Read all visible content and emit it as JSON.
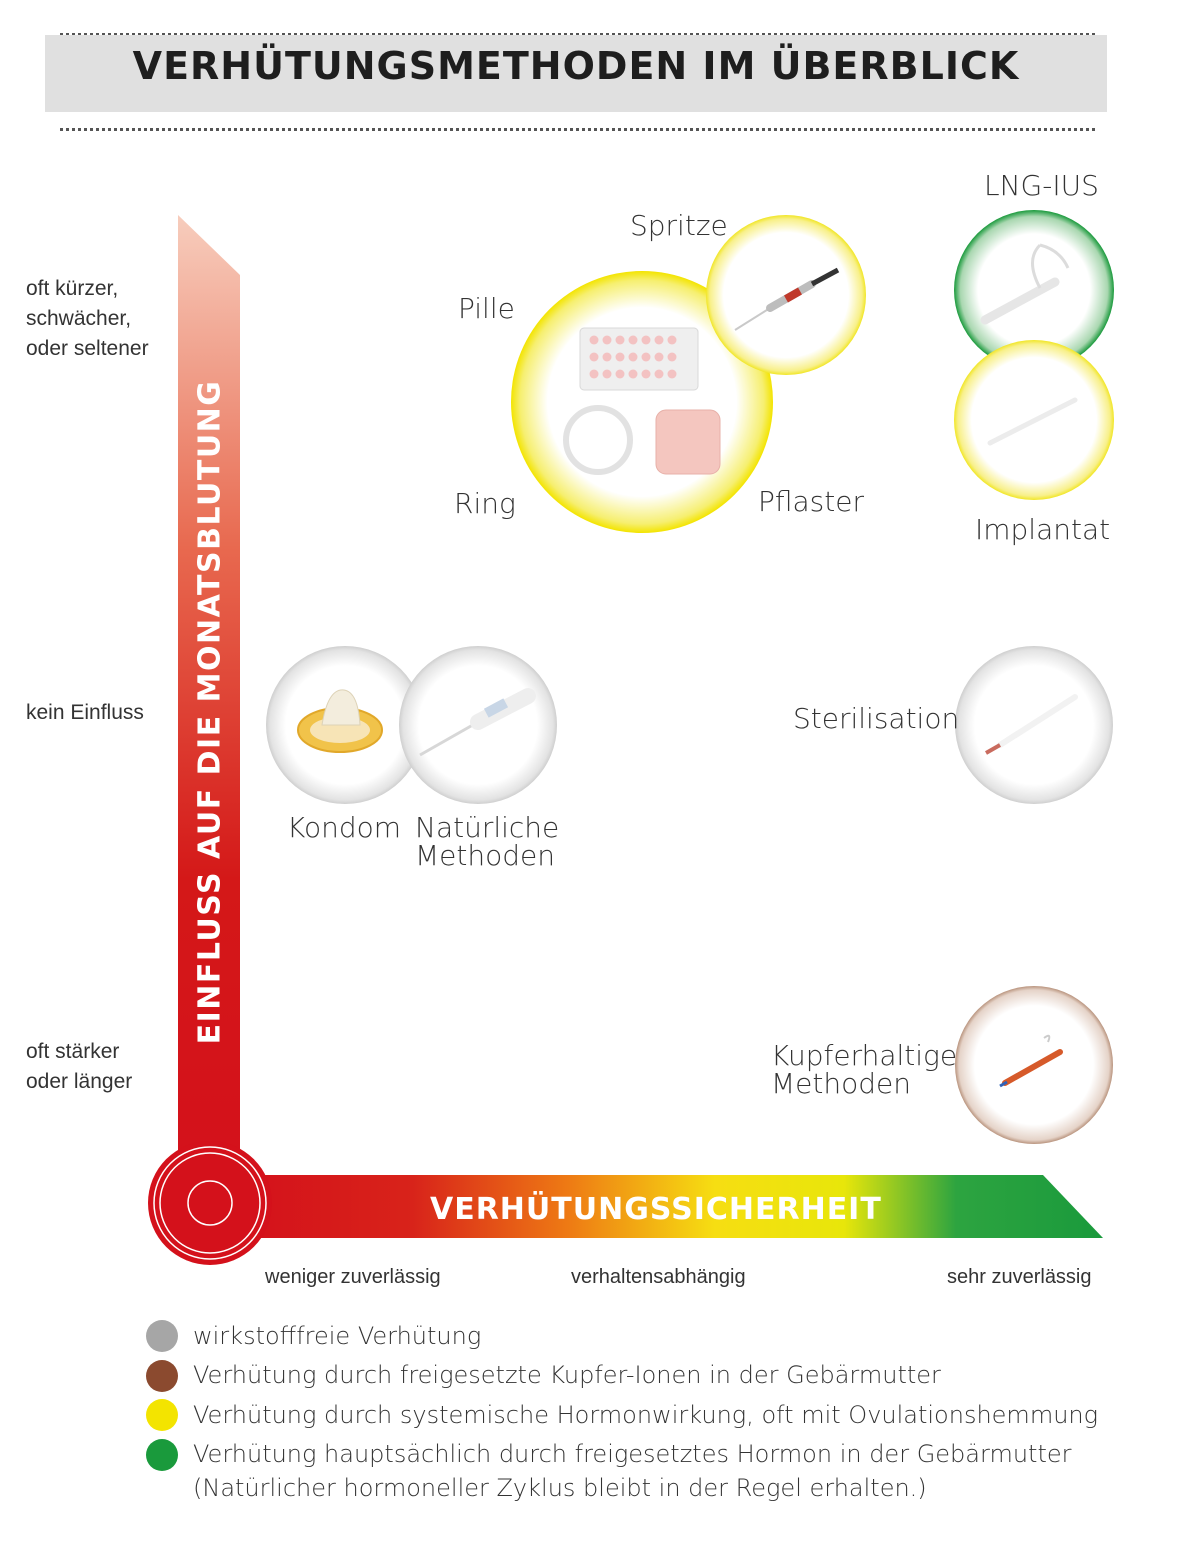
{
  "title": "VERHÜTUNGSMETHODEN IM ÜBERBLICK",
  "y_axis": {
    "label": "EINFLUSS AUF DIE MONATSBLUTUNG",
    "levels": [
      "oft kürzer,",
      "schwächer,",
      "oder seltener"
    ],
    "level_mid": "kein Einfluss",
    "level_bottom": [
      "oft stärker",
      "oder länger"
    ]
  },
  "x_axis": {
    "label": "VERHÜTUNGSSICHERHEIT",
    "ticks": [
      "weniger zuverlässig",
      "verhaltensabhängig",
      "sehr zuverlässig"
    ]
  },
  "methods": {
    "pille": "Pille",
    "ring": "Ring",
    "pflaster": "Pflaster",
    "spritze": "Spritze",
    "lng_ius": "LNG-IUS",
    "implantat": "Implantat",
    "kondom": "Kondom",
    "natuerlich_1": "Natürliche",
    "natuerlich_2": "Methoden",
    "sterilisation": "Sterilisation",
    "kupfer_1": "Kupferhaltige",
    "kupfer_2": "Methoden"
  },
  "legend": [
    {
      "text": "wirkstofffreie Verhütung",
      "color": "#a6a6a6"
    },
    {
      "text": "Verhütung durch freigesetzte Kupfer-Ionen in der Gebärmutter",
      "color": "#8b4a2f"
    },
    {
      "text": "Verhütung durch systemische Hormonwirkung, oft mit Ovulationshemmung",
      "color": "#f3e400"
    },
    {
      "text": "Verhütung hauptsächlich durch freigesetztes Hormon in der Gebärmutter",
      "color": "#1a9a3c"
    }
  ],
  "legend_note": "(Natürlicher hormoneller Zyklus bleibt in der Regel erhalten.)",
  "colors": {
    "yellow": "#f3e400",
    "green": "#1a9a3c",
    "grey": "#a6a6a6",
    "brown": "#8b4a2f",
    "red": "#d4111b"
  }
}
